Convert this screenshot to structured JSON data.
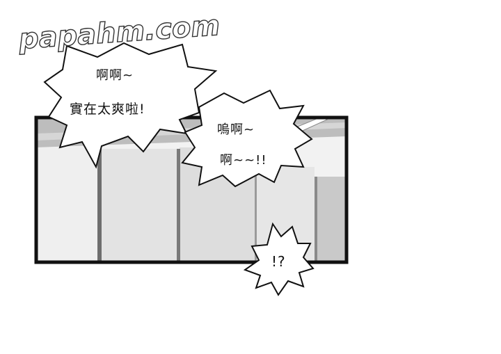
{
  "watermark": {
    "text": "papahm.com"
  },
  "bubbles": [
    {
      "lines": [
        "啊啊~",
        "實在太爽啦!"
      ]
    },
    {
      "lines": [
        "嗚啊~",
        "啊~~!!"
      ]
    },
    {
      "lines": [
        "!?"
      ]
    }
  ],
  "colors": {
    "background": "#ffffff",
    "panel_border": "#111111",
    "ink": "#111111",
    "wall_gray": "#d9d9d9",
    "ceiling_gray": "#b8b8b8"
  }
}
